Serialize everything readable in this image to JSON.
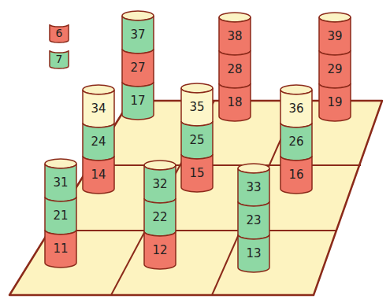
{
  "diagram": {
    "nodes": [
      {
        "text": [
          "37"
        ]
      },
      {
        "text": [
          "27"
        ]
      },
      {
        "text": [
          "17"
        ]
      },
      {
        "text": [
          "38"
        ]
      },
      {
        "text": [
          "28"
        ]
      },
      {
        "text": [
          "18"
        ]
      },
      {
        "text": [
          "39"
        ]
      },
      {
        "text": [
          "29"
        ]
      },
      {
        "text": [
          "19"
        ]
      },
      {
        "text": [
          "34"
        ]
      },
      {
        "text": [
          "24"
        ]
      },
      {
        "text": [
          "14"
        ]
      },
      {
        "text": [
          "35"
        ]
      },
      {
        "text": [
          "25"
        ]
      },
      {
        "text": [
          "15"
        ]
      },
      {
        "text": [
          "36"
        ]
      },
      {
        "text": [
          "26"
        ]
      },
      {
        "text": [
          "16"
        ]
      },
      {
        "text": [
          "31"
        ]
      },
      {
        "text": [
          "21"
        ]
      },
      {
        "text": [
          "11"
        ]
      },
      {
        "text": [
          "32"
        ]
      },
      {
        "text": [
          "22"
        ]
      },
      {
        "text": [
          "12"
        ]
      },
      {
        "text": [
          "33"
        ]
      },
      {
        "text": [
          "23"
        ]
      },
      {
        "text": [
          "13"
        ]
      }
    ],
    "legend": [
      {
        "text": "6",
        "color": "#f07868"
      },
      {
        "text": "7",
        "color": "#8ed8a4"
      }
    ]
  }
}
